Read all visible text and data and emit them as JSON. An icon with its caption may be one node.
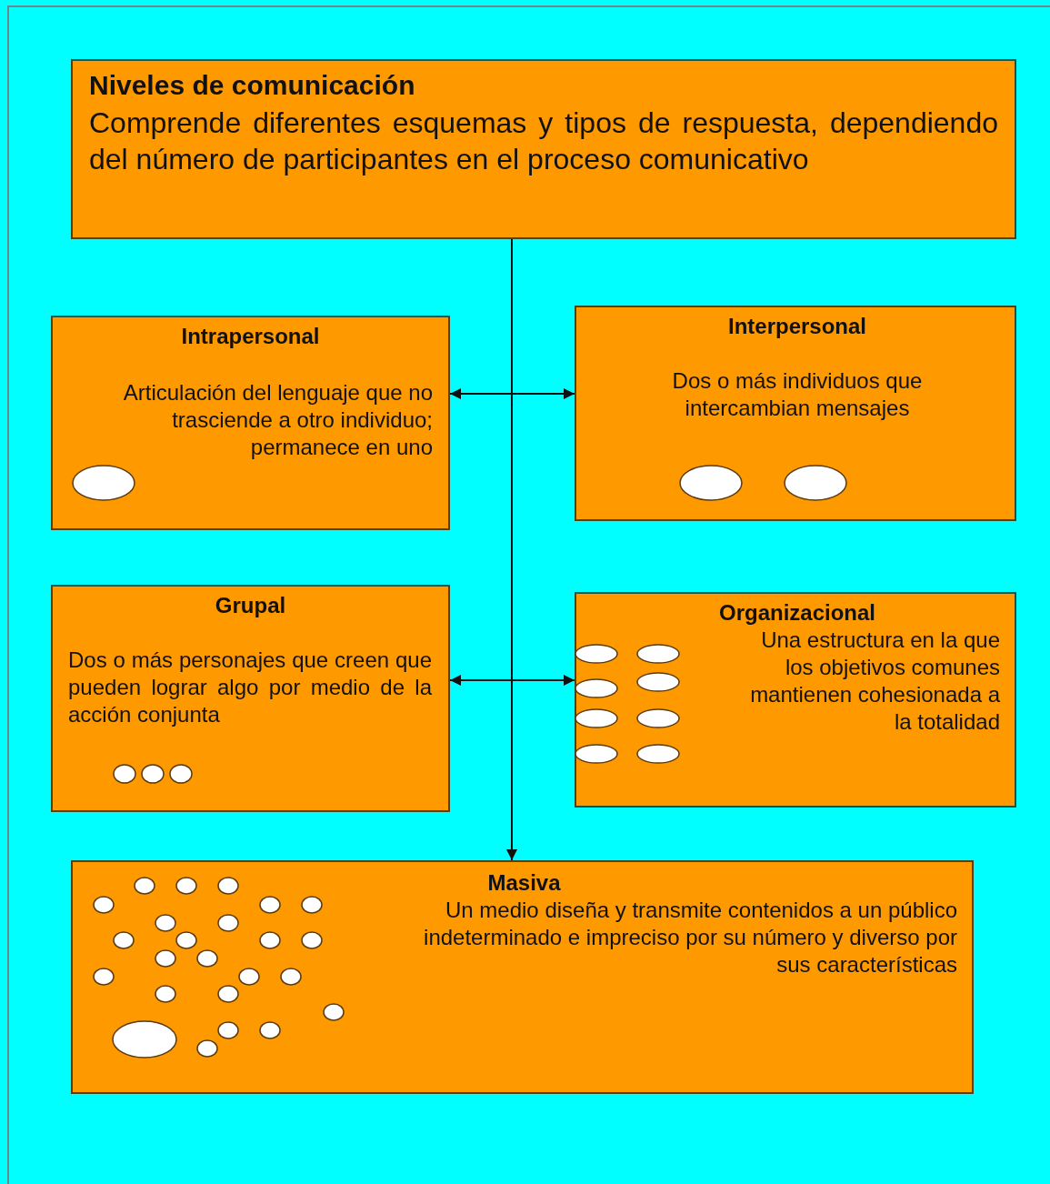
{
  "diagram": {
    "nodes": [
      {
        "text": [
          "Niveles de comunicación",
          "Comprende diferentes esquemas y tipos de respuesta, dependiendo del número de participantes en el proceso comunicativo"
        ]
      },
      {
        "text": [
          "Intrapersonal",
          "Articulación del lenguaje que no trasciende a otro individuo; permanece en uno"
        ]
      },
      {
        "text": [
          "Interpersonal",
          "Dos o más individuos que intercambian mensajes"
        ]
      },
      {
        "text": [
          "Grupal",
          "Dos o más personajes que creen que pueden lograr algo por medio de la acción conjunta"
        ]
      },
      {
        "text": [
          "Organizacional",
          "Una estructura en la que los objetivos comunes mantienen cohesionada a la totalidad"
        ]
      },
      {
        "text": [
          "Masiva",
          "Un medio diseña y transmite contenidos a un público indeterminado e impreciso por su número y diverso por sus características"
        ]
      }
    ],
    "edges": [
      {
        "from": 0,
        "to": 5,
        "arrow": "to"
      },
      {
        "from": 1,
        "to": 2,
        "arrow": "both"
      },
      {
        "from": 3,
        "to": 4,
        "arrow": "both"
      }
    ]
  }
}
